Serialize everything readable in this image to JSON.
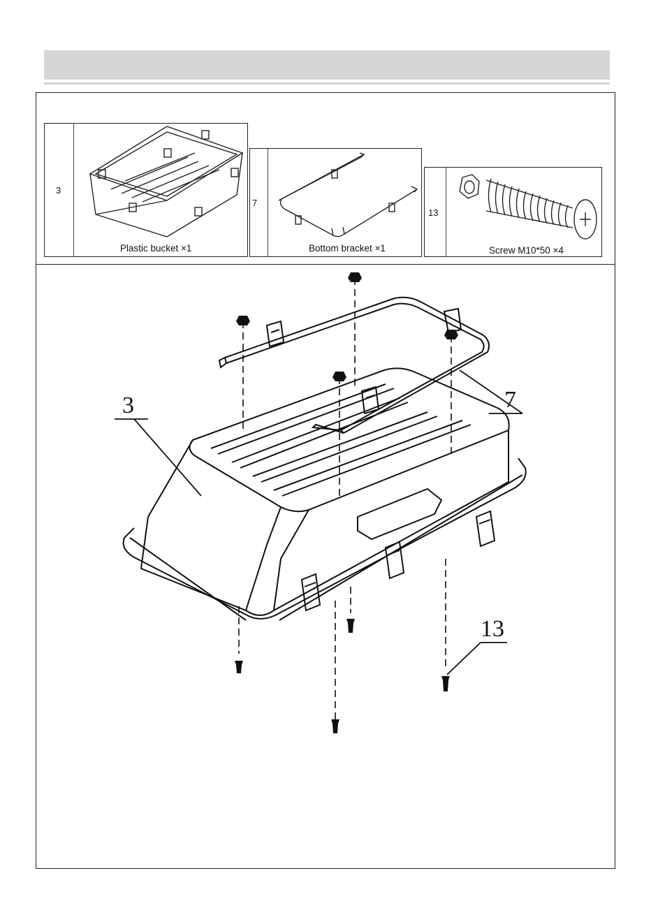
{
  "parts": [
    {
      "number": "3",
      "caption": "Plastic bucket ×1"
    },
    {
      "number": "7",
      "caption": "Bottom bracket ×1"
    },
    {
      "number": "13",
      "caption": "Screw M10*50 ×4"
    }
  ],
  "callouts": {
    "bucket": "3",
    "bracket": "7",
    "screw": "13"
  }
}
